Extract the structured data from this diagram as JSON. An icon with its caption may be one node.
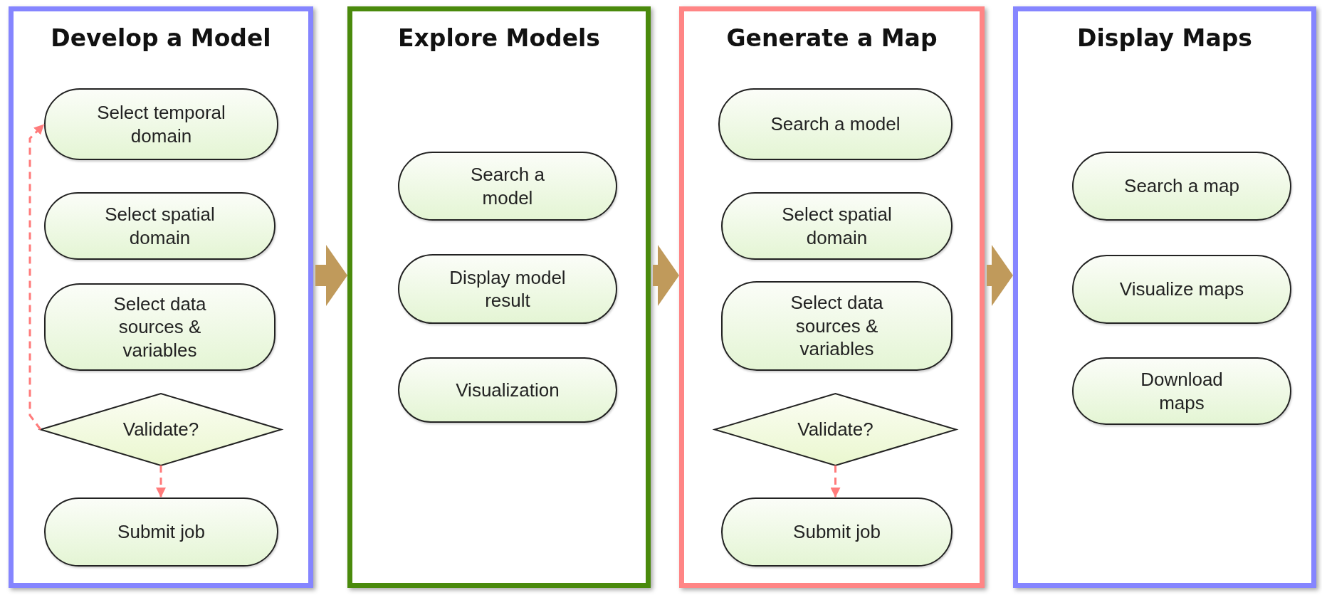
{
  "diagram": {
    "nodes": [
      {
        "text": [
          "Develop a Model"
        ]
      },
      {
        "text": [
          "Select temporal domain"
        ],
        "in": 0
      },
      {
        "text": [
          "Select spatial domain"
        ],
        "in": 0
      },
      {
        "text": [
          "Select data sources & variables"
        ],
        "in": 0
      },
      {
        "text": [
          "Validate?"
        ],
        "in": 0
      },
      {
        "text": [
          "Submit job"
        ],
        "in": 0
      },
      {
        "text": [
          "Explore Models"
        ]
      },
      {
        "text": [
          "Search a model"
        ],
        "in": 6
      },
      {
        "text": [
          "Display model result"
        ],
        "in": 6
      },
      {
        "text": [
          "Visualization"
        ],
        "in": 6
      },
      {
        "text": [
          "Generate a Map"
        ]
      },
      {
        "text": [
          "Search a model"
        ],
        "in": 10
      },
      {
        "text": [
          "Select spatial domain"
        ],
        "in": 10
      },
      {
        "text": [
          "Select data sources & variables"
        ],
        "in": 10
      },
      {
        "text": [
          "Validate?"
        ],
        "in": 10
      },
      {
        "text": [
          "Submit job"
        ],
        "in": 10
      },
      {
        "text": [
          "Display Maps"
        ]
      },
      {
        "text": [
          "Search a map"
        ],
        "in": 16
      },
      {
        "text": [
          "Visualize maps"
        ],
        "in": 16
      },
      {
        "text": [
          "Download maps"
        ],
        "in": 16
      }
    ],
    "edges": [
      {
        "from": 4,
        "to": 1,
        "arrow": "to",
        "style": "dashed",
        "color": "#ff7b7b"
      },
      {
        "from": 4,
        "to": 5,
        "arrow": "to",
        "style": "dashed",
        "color": "#ff7b7b"
      },
      {
        "from": 14,
        "to": 15,
        "arrow": "to",
        "style": "dashed",
        "color": "#ff7b7b"
      },
      {
        "from": 0,
        "to": 6,
        "arrow": "to",
        "style": "thick",
        "color": "#c09a5b"
      },
      {
        "from": 6,
        "to": 10,
        "arrow": "to",
        "style": "thick",
        "color": "#c09a5b"
      },
      {
        "from": 10,
        "to": 16,
        "arrow": "to",
        "style": "thick",
        "color": "#c09a5b"
      }
    ]
  }
}
